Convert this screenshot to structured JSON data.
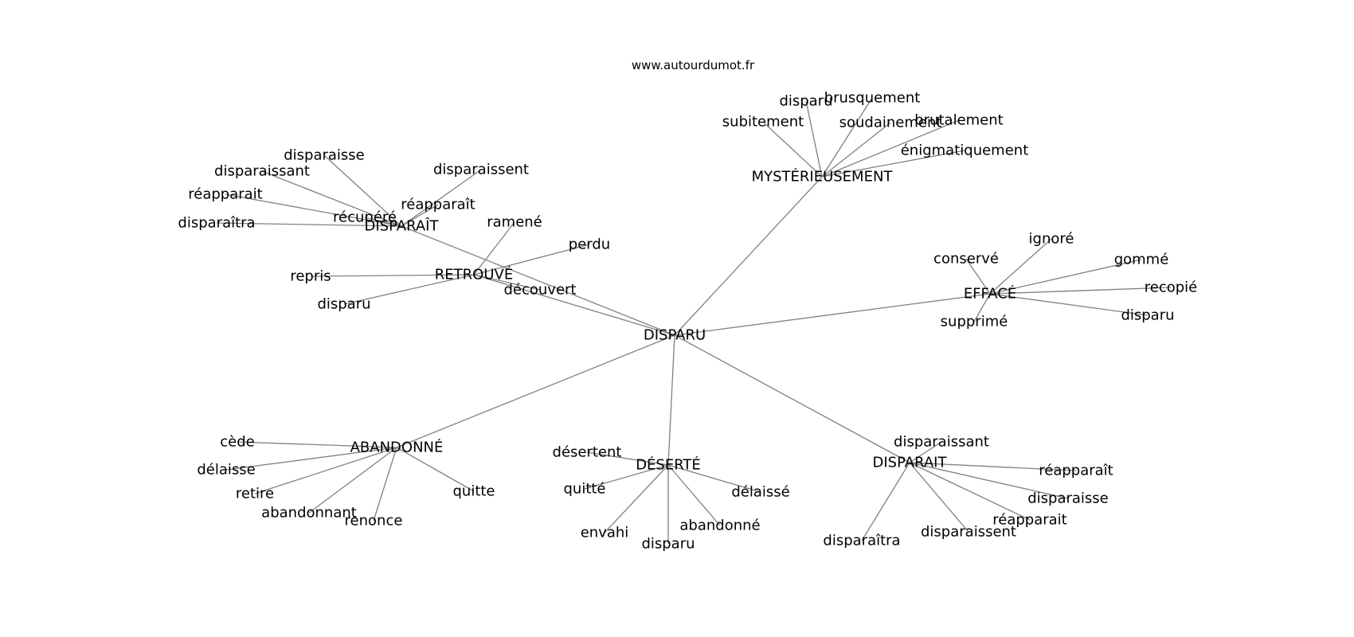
{
  "site": "www.autourdumot.fr",
  "colors": {
    "edge": "#808080",
    "text": "#000000",
    "background": "#ffffff"
  },
  "center": "DISPARU",
  "hubs": [
    {
      "label": "MYSTÉRIEUSEMENT",
      "leaves": [
        "disparu",
        "brusquement",
        "subitement",
        "soudainement",
        "brutalement",
        "énigmatiquement"
      ]
    },
    {
      "label": "DISPARAÎT",
      "leaves": [
        "disparaisse",
        "disparaissant",
        "réapparait",
        "disparaîtra",
        "récupéré",
        "réapparaît",
        "disparaissent"
      ]
    },
    {
      "label": "RETROUVÉ",
      "leaves": [
        "ramené",
        "perdu",
        "repris",
        "disparu",
        "découvert"
      ]
    },
    {
      "label": "EFFACÉ",
      "leaves": [
        "ignoré",
        "conservé",
        "gommé",
        "recopié",
        "disparu",
        "supprimé"
      ]
    },
    {
      "label": "ABANDONNÉ",
      "leaves": [
        "cède",
        "délaisse",
        "retire",
        "abandonnant",
        "renonce",
        "quitte"
      ]
    },
    {
      "label": "DÉSERTÉ",
      "leaves": [
        "désertent",
        "quitté",
        "délaissé",
        "envahi",
        "abandonné",
        "disparu"
      ]
    },
    {
      "label": "DISPARAIT",
      "leaves": [
        "disparaissant",
        "réapparaît",
        "disparaisse",
        "réapparait",
        "disparaissent",
        "disparaîtra"
      ]
    }
  ]
}
